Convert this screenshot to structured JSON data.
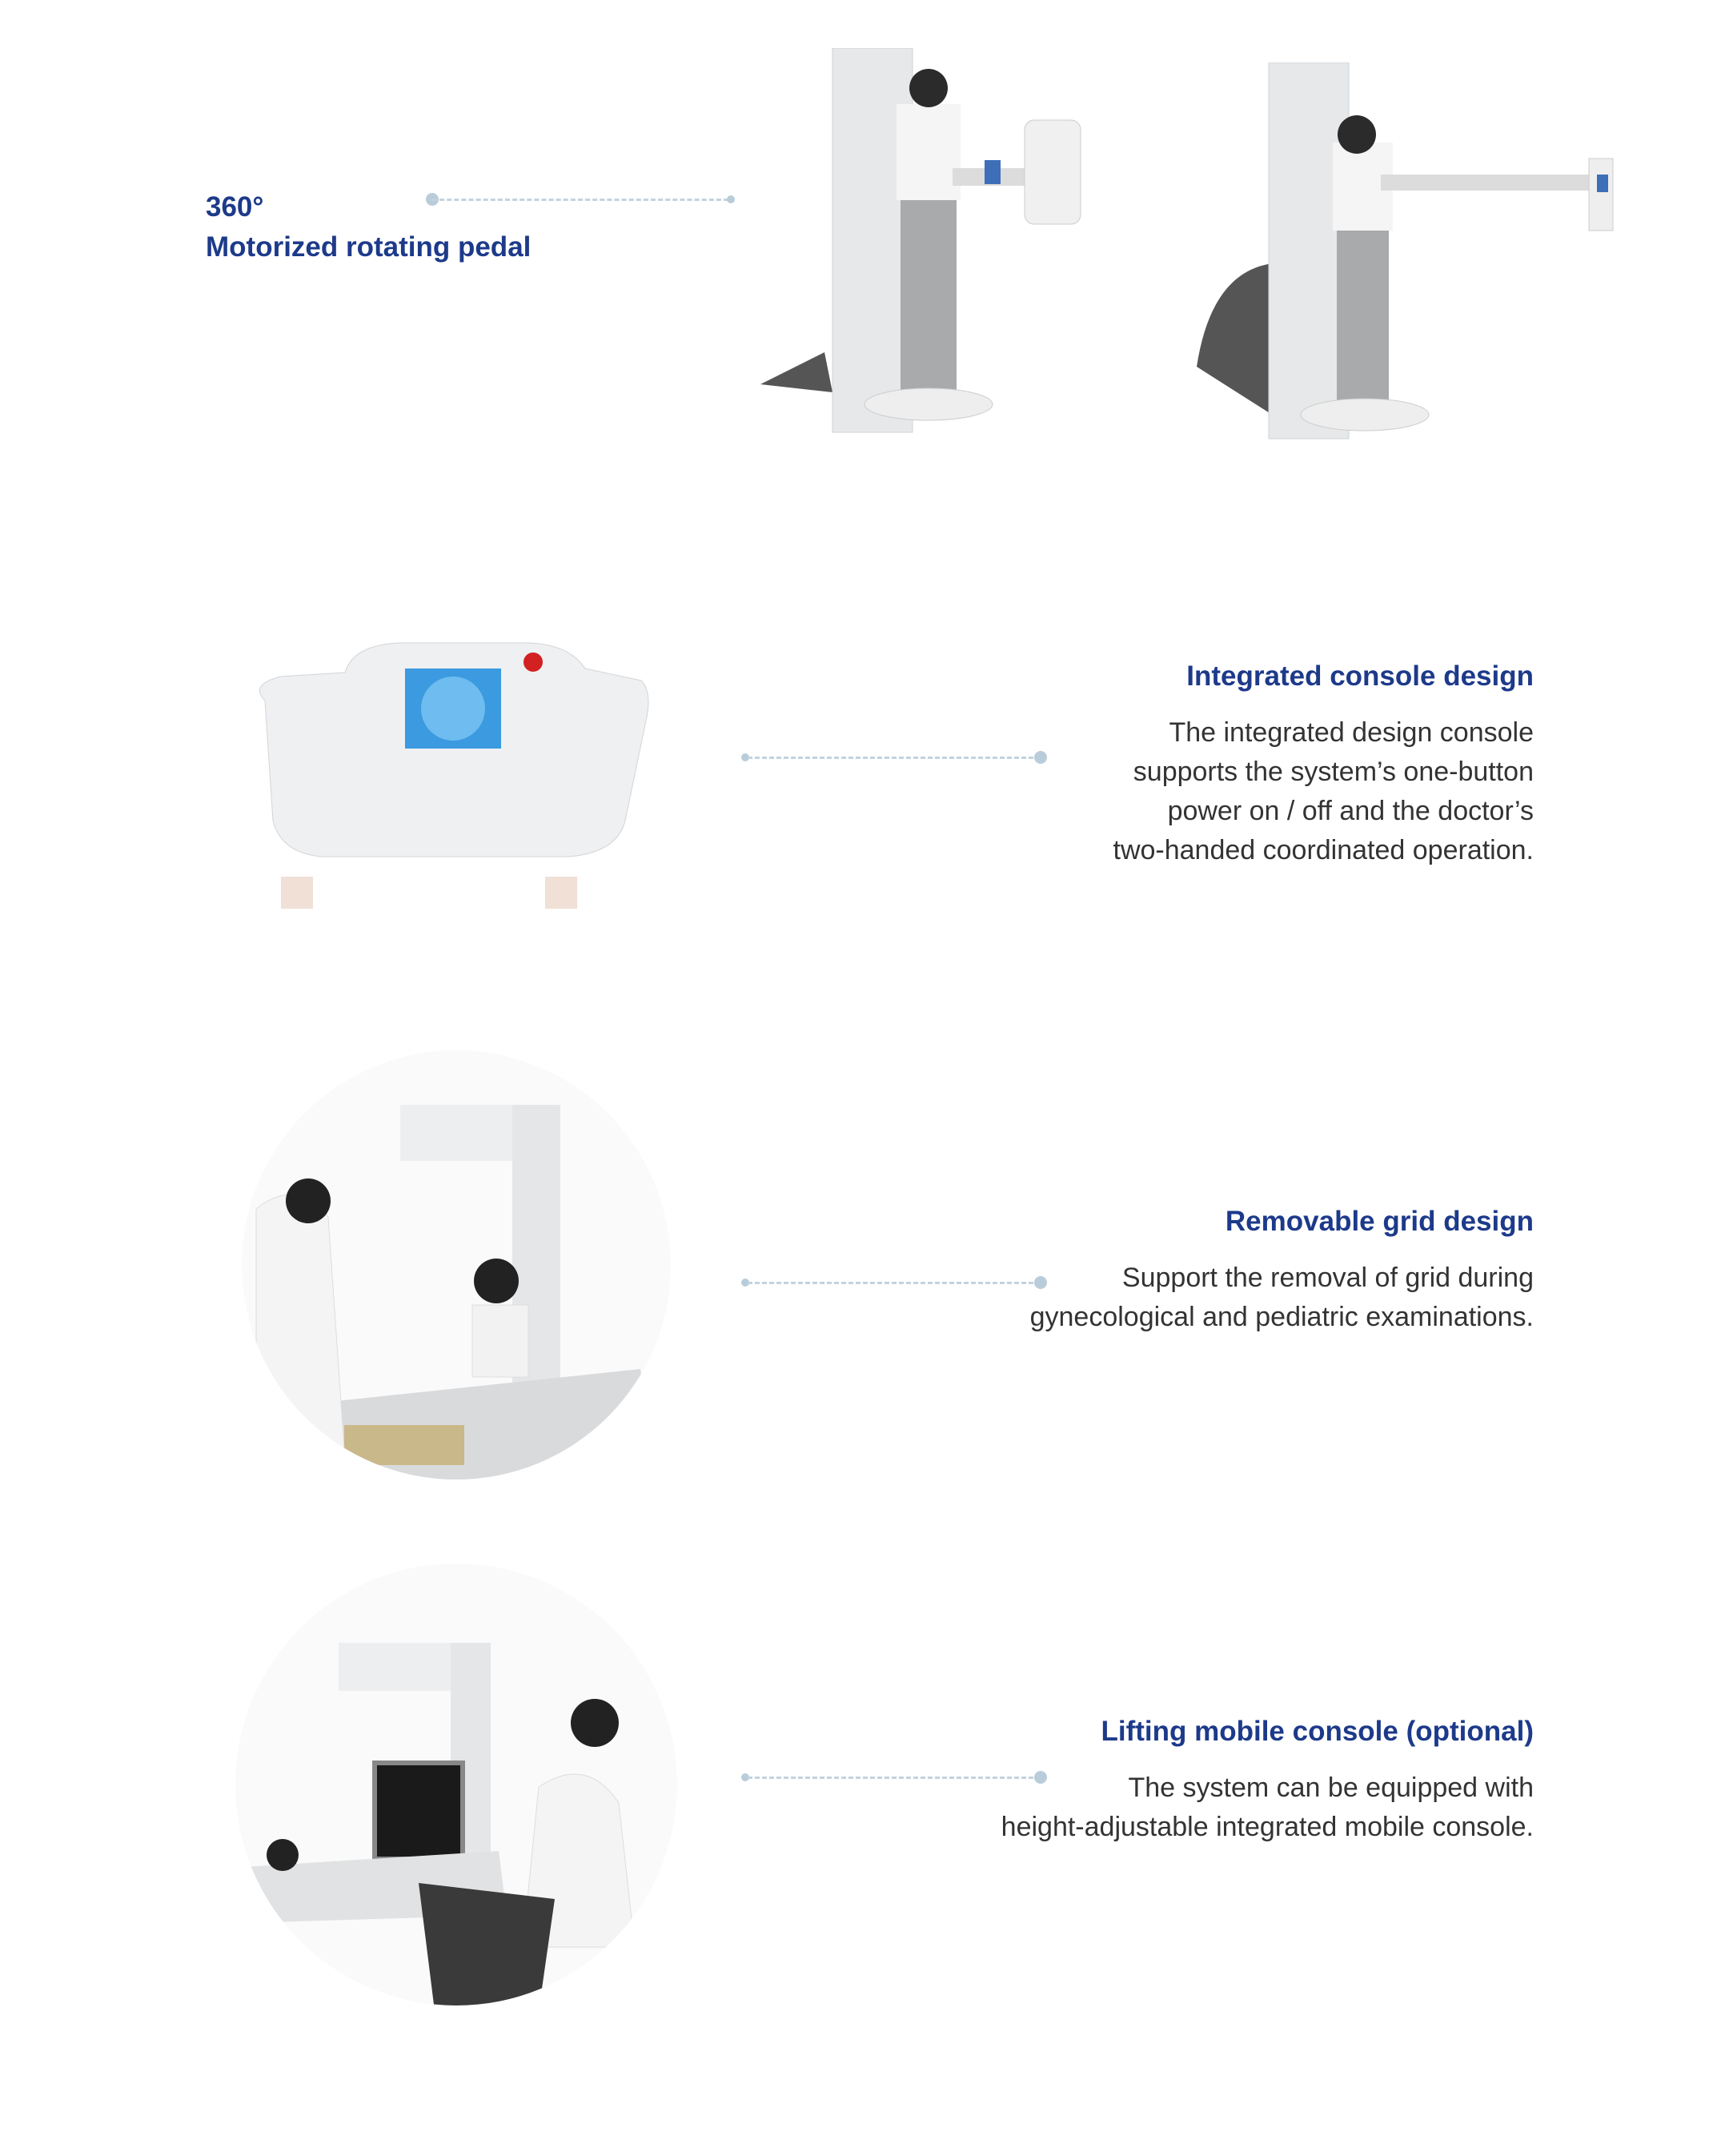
{
  "features": [
    {
      "title_line1": "360°",
      "title_line2": "Motorized rotating pedal"
    },
    {
      "title": "Integrated console design",
      "lines": [
        "The integrated design console",
        "supports the system’s one-button",
        "power on / off and the doctor’s",
        "two-handed coordinated operation."
      ]
    },
    {
      "title": "Removable grid design",
      "lines": [
        "Support the removal of grid during",
        "gynecological and pediatric examinations."
      ]
    },
    {
      "title": "Lifting mobile console (optional)",
      "lines": [
        "The system can be equipped with",
        "height-adjustable integrated mobile console."
      ]
    }
  ],
  "colors": {
    "heading": "#1d3a8a",
    "body": "#333333",
    "connector": "#b9ccda"
  }
}
